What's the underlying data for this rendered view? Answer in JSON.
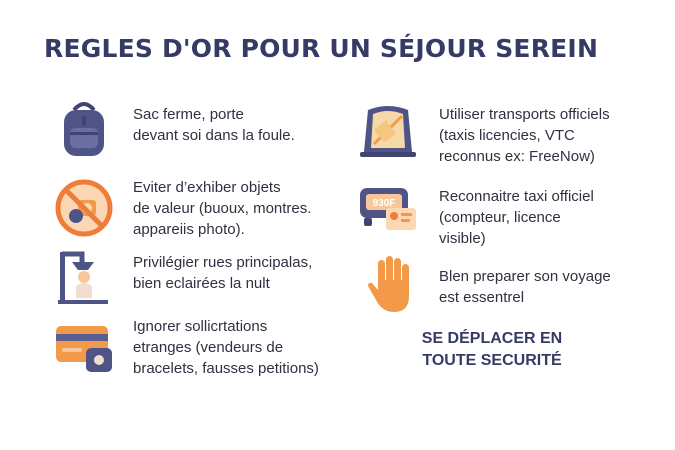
{
  "title": "REGLES D'OR POUR UN SÉJOUR SEREIN",
  "left_items": [
    {
      "icon": "backpack-icon",
      "text": "Sac ferme, porte\ndevant soi dans la foule."
    },
    {
      "icon": "no-jewelry-icon",
      "text": "Eviter d’exhiber objets\nde valeur (buoux, montres.\nappareiis photo)."
    },
    {
      "icon": "street-lamp-icon",
      "text": "Privilégier rues principalas,\nbien eclairées la nult"
    },
    {
      "icon": "card-wallet-icon",
      "text": "Ignorer sollicrtations\netranges (vendeurs de\nbracelets, fausses petitions)"
    }
  ],
  "right_items": [
    {
      "icon": "bus-transport-icon",
      "text": "Utiliser transports officiels\n(taxis licencies, VTC\nreconnus ex: FreeNow)"
    },
    {
      "icon": "taxi-id-icon",
      "text": "Reconnaitre taxi officiel\n(compteur, licence\nvisible)",
      "meter_label": "930F"
    },
    {
      "icon": "hand-stop-icon",
      "text": "Blen preparer son voyage\nest essentrel"
    }
  ],
  "footer": "SE DÉPLACER EN\nTOUTE SECURITÉ",
  "colors": {
    "title": "#363b66",
    "purple": "#4f5487",
    "orange": "#f39a4a",
    "peach": "#f7c79a"
  }
}
